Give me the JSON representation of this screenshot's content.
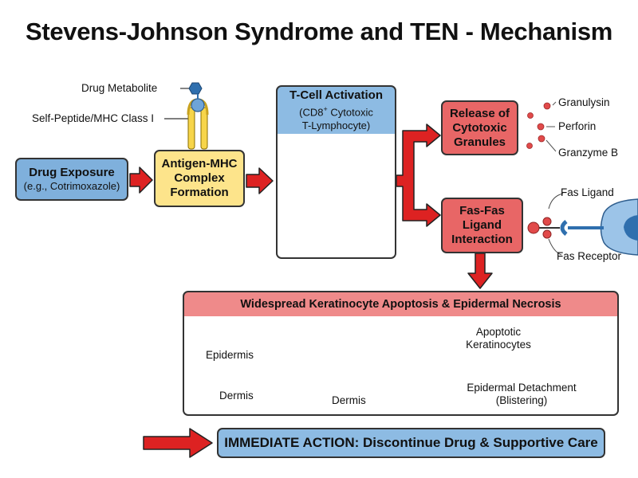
{
  "title": "Stevens-Johnson Syndrome and TEN - Mechanism",
  "top_labels": {
    "drug_metabolite": "Drug Metabolite",
    "self_peptide": "Self-Peptide/MHC Class I"
  },
  "drug_exposure": {
    "title": "Drug Exposure",
    "subtitle": "(e.g., Cotrimoxazole)"
  },
  "antigen_mhc": {
    "line1": "Antigen-MHC",
    "line2": "Complex",
    "line3": "Formation"
  },
  "tcell": {
    "title": "T-Cell Activation",
    "line2_pre": "(CD8",
    "line2_sup": "+",
    "line2_post": " Cytotoxic",
    "line3": "T-Lymphocyte)"
  },
  "release": {
    "line1": "Release of",
    "line2": "Cytotoxic",
    "line3": "Granules"
  },
  "granules": {
    "g1": "Granulysin",
    "g2": "Perforin",
    "g3": "Granzyme B"
  },
  "fas": {
    "line1": "Fas-Fas",
    "line2": "Ligand",
    "line3": "Interaction",
    "ligand_label": "Fas Ligand",
    "receptor_label": "Fas Receptor"
  },
  "panel": {
    "header": "Widespread Keratinocyte Apoptosis & Epidermal Necrosis",
    "epidermis": "Epidermis",
    "dermis": "Dermis",
    "dermis_inner": "Dermis",
    "apoptotic_line1": "Apoptotic",
    "apoptotic_line2": "Keratinocytes",
    "detach_line1": "Epidermal Detachment",
    "detach_line2": "(Blistering)"
  },
  "action": {
    "text": "IMMEDIATE ACTION: Discontinue Drug & Supportive Care"
  },
  "colors": {
    "blue": "#7fb0dc",
    "yellow": "#fde48b",
    "red": "#e86666",
    "arrow": "#dd2222",
    "dark_blue": "#2f6fae"
  }
}
